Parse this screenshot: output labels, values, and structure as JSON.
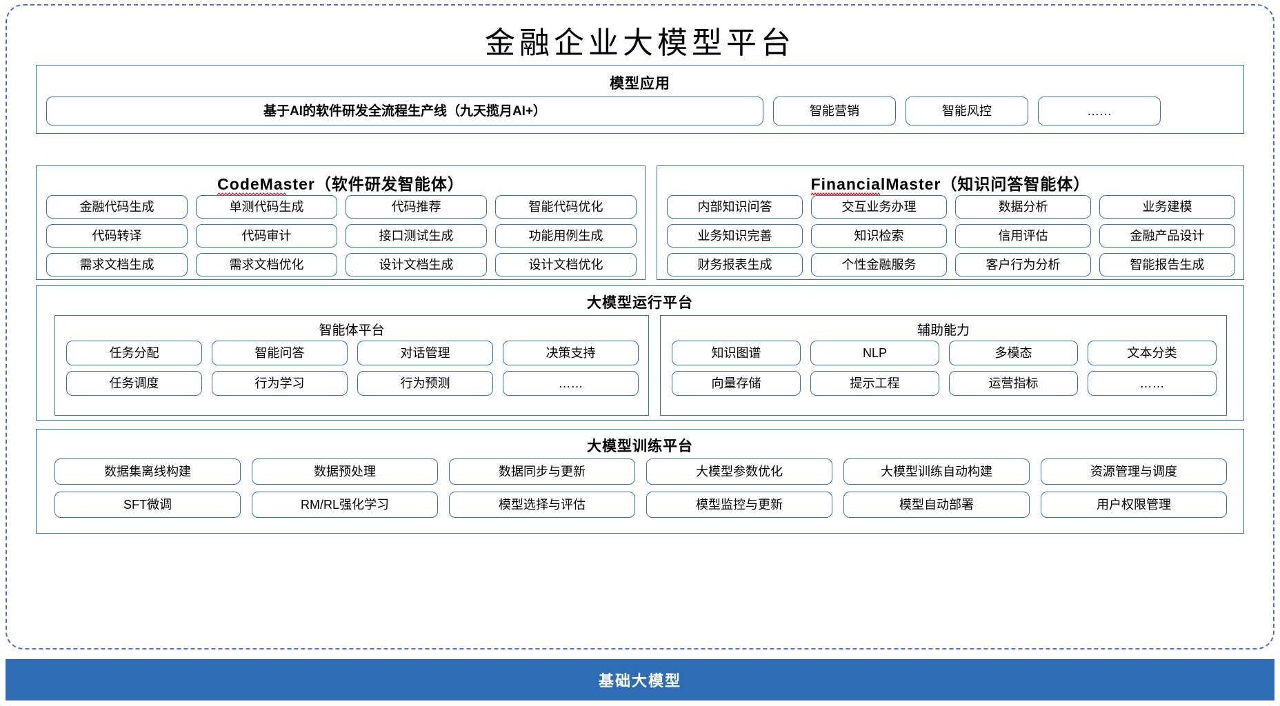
{
  "title": "金融企业大模型平台",
  "colors": {
    "accent": "#2E75B6",
    "frame_dash": "#4472C4",
    "base_bar_bg": "#2E6CB5",
    "base_bar_text": "#FFFFFF",
    "spellcheck_squiggle": "#FF0000"
  },
  "model_application": {
    "title": "模型应用",
    "main_item": "基于AI的软件研发全流程生产线（九天揽月AI+）",
    "items": [
      "智能营销",
      "智能风控",
      "……"
    ]
  },
  "agents": [
    {
      "name_en": "CodeMaster",
      "name_cn": "（软件研发智能体）",
      "misspelled": true,
      "items": [
        "金融代码生成",
        "单测代码生成",
        "代码推荐",
        "智能代码优化",
        "代码转译",
        "代码审计",
        "接口测试生成",
        "功能用例生成",
        "需求文档生成",
        "需求文档优化",
        "设计文档生成",
        "设计文档优化"
      ]
    },
    {
      "name_en": "FinancialMaster",
      "name_cn": "（知识问答智能体）",
      "misspelled": true,
      "items": [
        "内部知识问答",
        "交互业务办理",
        "数据分析",
        "业务建模",
        "业务知识完善",
        "知识检索",
        "信用评估",
        "金融产品设计",
        "财务报表生成",
        "个性金融服务",
        "客户行为分析",
        "智能报告生成"
      ]
    }
  ],
  "run_platform": {
    "title": "大模型运行平台",
    "sub_panels": [
      {
        "title": "智能体平台",
        "items": [
          "任务分配",
          "智能问答",
          "对话管理",
          "决策支持",
          "任务调度",
          "行为学习",
          "行为预测",
          "……"
        ]
      },
      {
        "title": "辅助能力",
        "items": [
          "知识图谱",
          "NLP",
          "多模态",
          "文本分类",
          "向量存储",
          "提示工程",
          "运营指标",
          "……"
        ]
      }
    ]
  },
  "train_platform": {
    "title": "大模型训练平台",
    "items": [
      "数据集离线构建",
      "数据预处理",
      "数据同步与更新",
      "大模型参数优化",
      "大模型训练自动构建",
      "资源管理与调度",
      "SFT微调",
      "RM/RL强化学习",
      "模型选择与评估",
      "模型监控与更新",
      "模型自动部署",
      "用户权限管理"
    ]
  },
  "base_layer": {
    "label": "基础大模型"
  }
}
